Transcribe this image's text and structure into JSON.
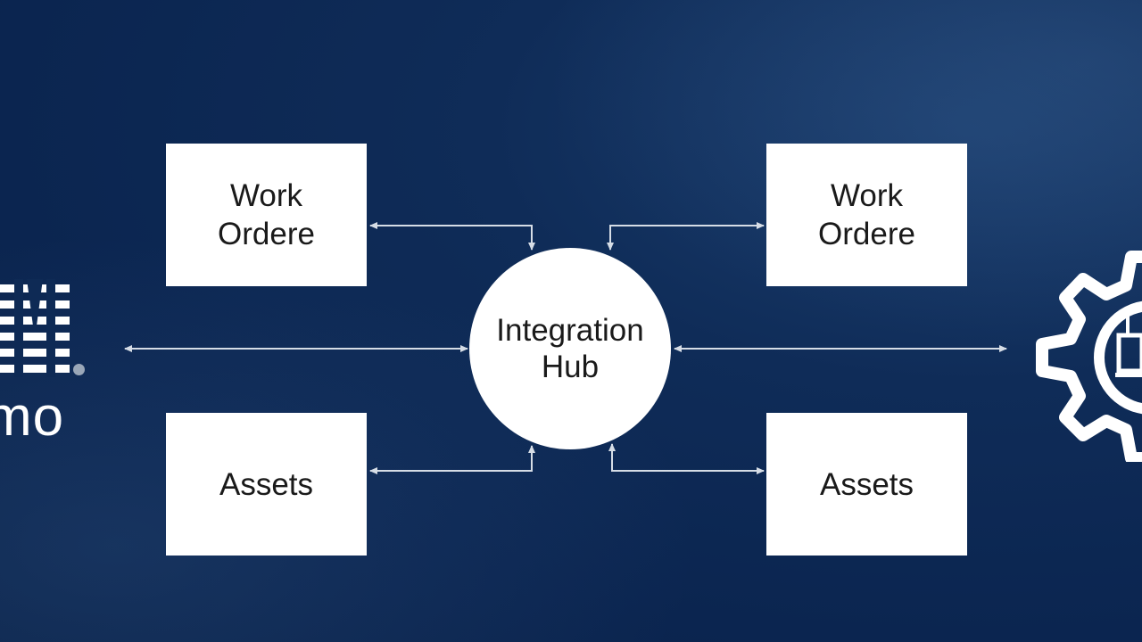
{
  "diagram": {
    "hub": {
      "label": "Integration\nHub"
    },
    "boxes": {
      "top_left": {
        "label": "Work\nOrdere"
      },
      "bottom_left": {
        "label": "Assets"
      },
      "top_right": {
        "label": "Work\nOrdere"
      },
      "bottom_right": {
        "label": "Assets"
      }
    }
  },
  "left_logo": {
    "visible_text": "mo",
    "stripe_letters": "M",
    "icon": "ibm-logo-icon"
  },
  "right_icon": {
    "icon": "gear-icon"
  },
  "colors": {
    "background": "#0c2750",
    "box_fill": "#ffffff",
    "connector": "#d6dde6",
    "text": "#1a1a1a"
  }
}
